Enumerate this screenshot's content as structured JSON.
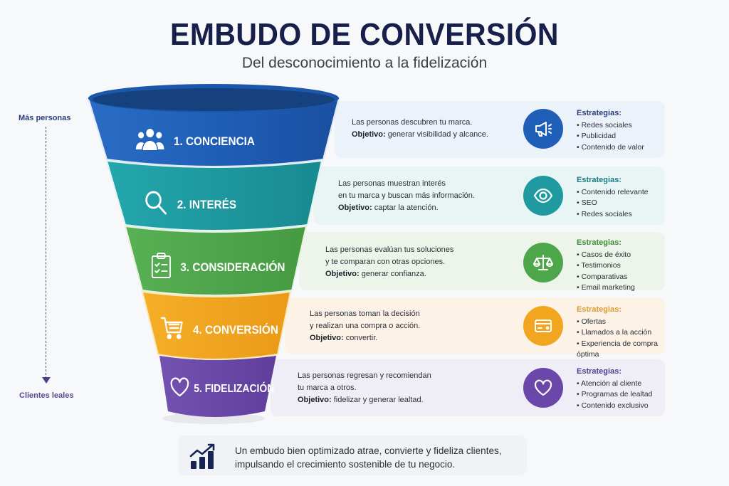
{
  "header": {
    "title": "EMBUDO DE CONVERSIÓN",
    "subtitle": "Del desconocimiento a la fidelización"
  },
  "side_axis": {
    "top_label": "Más personas",
    "bottom_label": "Clientes leales"
  },
  "stages": [
    {
      "label": "1. CONCIENCIA",
      "icon": "users-icon",
      "color": "#1f5fb8",
      "desc_lines": [
        "Las personas descubren tu marca."
      ],
      "objective_label": "Objetivo:",
      "objective": " generar visibilidad y alcance.",
      "badge_icon": "megaphone-icon",
      "strategies_title": "Estrategias:",
      "strategies": [
        "Redes sociales",
        "Publicidad",
        "Contenido de valor"
      ]
    },
    {
      "label": "2. INTERÉS",
      "icon": "search-icon",
      "color": "#1e9aa0",
      "desc_lines": [
        "Las personas muestran interés",
        "en tu marca y buscan más información."
      ],
      "objective_label": "Objetivo:",
      "objective": " captar la atención.",
      "badge_icon": "eye-icon",
      "strategies_title": "Estrategias:",
      "strategies": [
        "Contenido relevante",
        "SEO",
        "Redes sociales"
      ]
    },
    {
      "label": "3. CONSIDERACIÓN",
      "icon": "clipboard-icon",
      "color": "#4ea64b",
      "desc_lines": [
        "Las personas evalúan tus soluciones",
        "y te comparan con otras opciones."
      ],
      "objective_label": "Objetivo:",
      "objective": " generar confianza.",
      "badge_icon": "scale-icon",
      "strategies_title": "Estrategias:",
      "strategies": [
        "Casos de éxito",
        "Testimonios",
        "Comparativas",
        "Email marketing"
      ]
    },
    {
      "label": "4. CONVERSIÓN",
      "icon": "cart-icon",
      "color": "#f2a51f",
      "desc_lines": [
        "Las personas toman la decisión",
        "y realizan una compra o acción."
      ],
      "objective_label": "Objetivo:",
      "objective": " convertir.",
      "badge_icon": "credit-card-icon",
      "strategies_title": "Estrategias:",
      "strategies": [
        "Ofertas",
        "Llamados a la acción",
        "Experiencia de compra óptima"
      ]
    },
    {
      "label": "5. FIDELIZACIÓN",
      "icon": "heart-icon",
      "color": "#6a47a8",
      "desc_lines": [
        "Las personas regresan y recomiendan",
        "tu marca a otros."
      ],
      "objective_label": "Objetivo:",
      "objective": " fidelizar y generar lealtad.",
      "badge_icon": "heart-icon",
      "strategies_title": "Estrategias:",
      "strategies": [
        "Atención al cliente",
        "Programas de lealtad",
        "Contenido exclusivo"
      ]
    }
  ],
  "footer": {
    "icon": "growth-chart-icon",
    "line1": "Un embudo bien optimizado atrae, convierte y fideliza clientes,",
    "line2": "impulsando el crecimiento sostenible de tu negocio."
  }
}
